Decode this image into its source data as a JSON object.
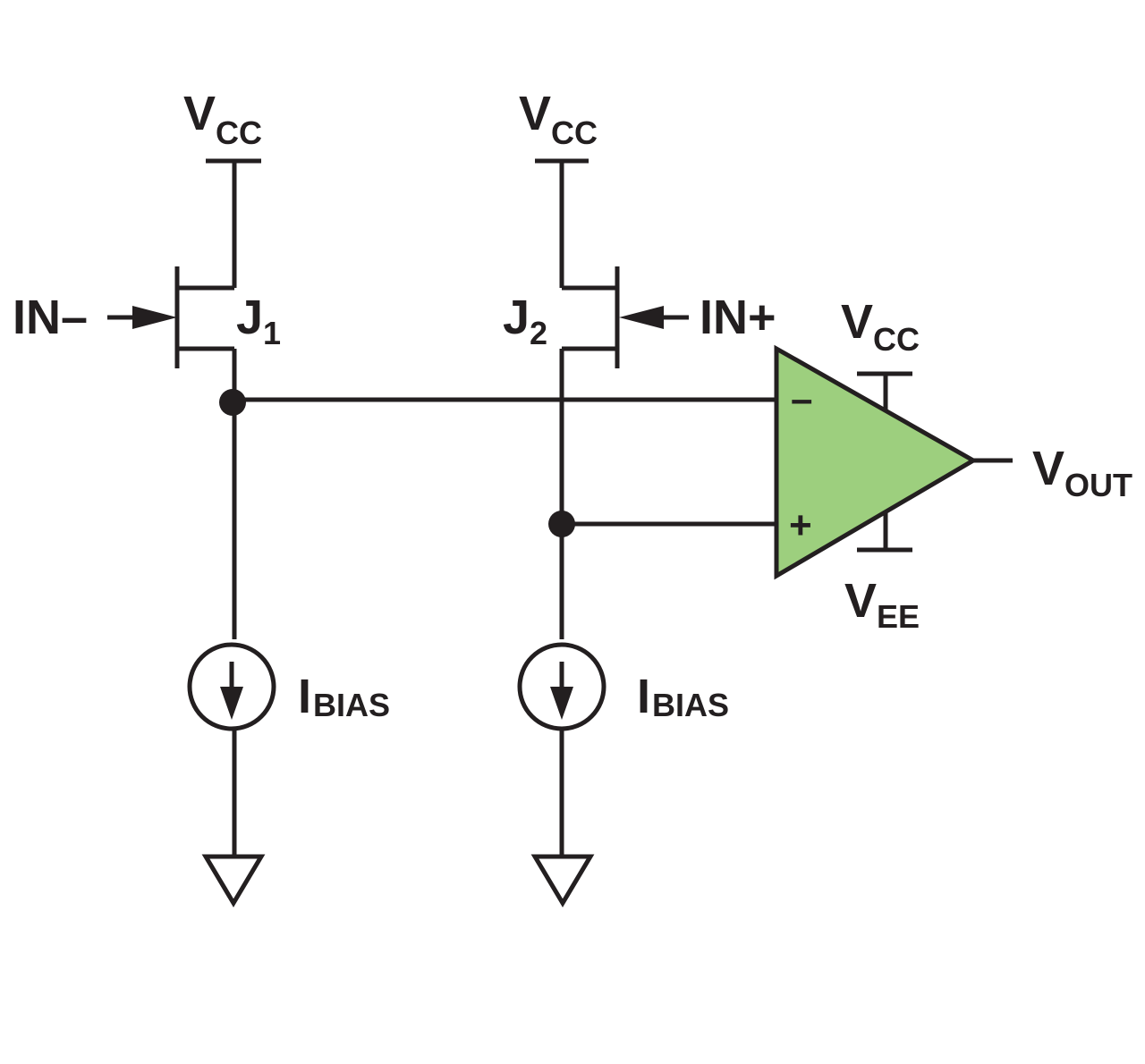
{
  "colors": {
    "wire": "#231f20",
    "opamp_fill": "#9dcf7e"
  },
  "labels": {
    "vcc_main": "V",
    "vcc_sub": "CC",
    "vee_main": "V",
    "vee_sub": "EE",
    "vout_main": "V",
    "vout_sub": "OUT",
    "ibias_main": "I",
    "ibias_sub": "BIAS",
    "j_main": "J",
    "j1_sub": "1",
    "j2_sub": "2",
    "in_minus": "IN–",
    "in_plus": "IN+",
    "opamp_minus": "–",
    "opamp_plus": "+"
  }
}
